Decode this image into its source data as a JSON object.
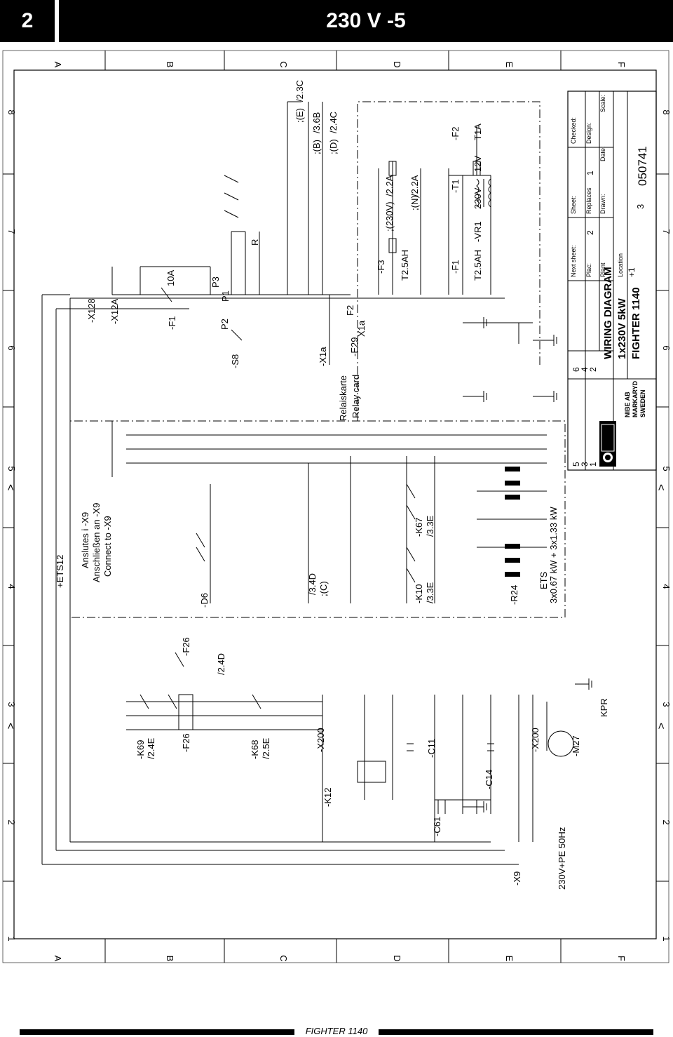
{
  "header": {
    "page_number": "2",
    "title": "230 V -5"
  },
  "grid": {
    "columns": [
      "1",
      "2",
      "3",
      "4",
      "5",
      "6",
      "7",
      "8"
    ],
    "rows": [
      "A",
      "B",
      "C",
      "D",
      "E",
      "F"
    ]
  },
  "notes": {
    "connect_sv": "Anslutes i -X9",
    "connect_de": "Anschließen an -X9",
    "connect_en": "Connect to -X9",
    "relay_sv": "Relaiskarte",
    "relay_en": "Relay card"
  },
  "components": {
    "ets12": "+ETS12",
    "x128": "-X128",
    "x12a": "-X12A",
    "f1_main": "-F1",
    "f1_rating": "10A",
    "s8": "-S8",
    "p2": "P2",
    "p3": "P3",
    "p1": "P1",
    "r": "R",
    "x1a": "-X1a",
    "e29": "-E29",
    "x1a_b": "X1a",
    "f2_b": "F2",
    "f3": "-F3",
    "f3_rating": "T2.5AH",
    "f1b": "-F1",
    "f1b_rating": "T2.5AH",
    "vr1": "-VR1",
    "t1": "-T1",
    "t1_in": "230V",
    "t1_out": "12V",
    "f2": "-F2",
    "f2_rating": "T1A",
    "d6": "-D6",
    "k10": "-K10",
    "k10_ref": "/3.3E",
    "k67": "-K67",
    "k67_ref": "/3.3E",
    "r24": "-R24",
    "ets": "ETS",
    "power": "3x0.67 kW  +  3x1.33 kW",
    "k69": "-K69",
    "k69_ref": "/2.4E",
    "f26": "-F26",
    "f26_b": "-F26",
    "f26_ref": "/2.4D",
    "k68": "-K68",
    "k68_ref": "/2.5E",
    "x200": "-X200",
    "x200_b": "-X200",
    "k12": "-K12",
    "c11": "-C11",
    "c14": "-C14",
    "c61": "-C61",
    "m27": "-M27",
    "kpr": "KPR",
    "x9": "-X9",
    "supply": "230V+PE 50Hz",
    "ref_c": "/3.4D",
    "ref_c_tag": ";(C)",
    "ref_1": "/2.3C",
    "ref_1_tag": ";(E)",
    "ref_2": "/3.6B",
    "ref_2_tag": ";(B)",
    "ref_3": "/2.4C",
    "ref_3_tag": ";(D)",
    "ref_230": "/2.2A",
    "ref_230_tag": ";(230V)",
    "ref_n": "/2.2A",
    "ref_n_tag": ";(N)"
  },
  "title_block": {
    "drawing_type": "WIRING DIAGRAM",
    "model_line": "1x230V 5kW",
    "product": "FIGHTER 1140",
    "company": "NIBE AB",
    "city": "MARKARYD",
    "country": "SWEDEN",
    "next_sheet_label": "Next sheet:",
    "next_sheet": "2",
    "sheet_label": "Sheet:",
    "sheet": "1",
    "checked_label": "Checked:",
    "plac_label": "Plac:",
    "replaces_label": "Replaces",
    "design_label": "Design:",
    "plant_label": "Plant",
    "drawn_label": "Drawn:",
    "date_label": "Date:",
    "scale_label": "Scale:",
    "location_label": "Location",
    "location": "+1",
    "drawing_no": "050741",
    "drawn": "3",
    "revisions": [
      "5",
      "3",
      "1",
      "6",
      "4",
      "2"
    ]
  },
  "footer": {
    "label": "FIGHTER 1140"
  }
}
